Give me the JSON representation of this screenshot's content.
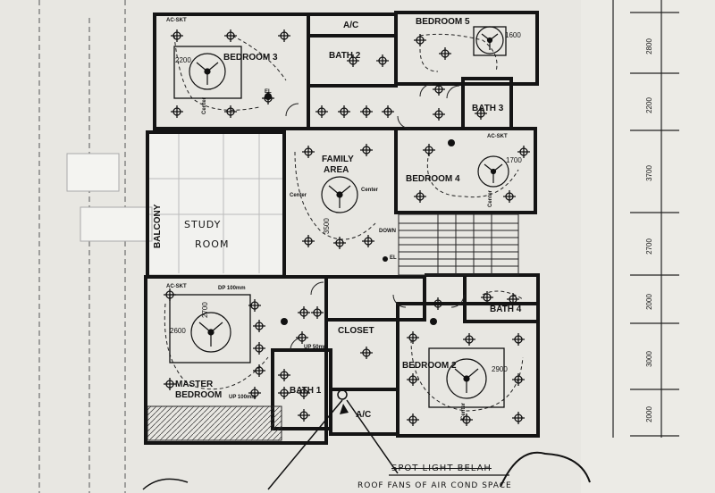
{
  "rooms": {
    "bedroom3": "BEDROOM 3",
    "ac_top": "A/C",
    "bath2": "BATH 2",
    "bedroom5": "BEDROOM 5",
    "bath3": "BATH 3",
    "family_area_line1": "FAMILY",
    "family_area_line2": "AREA",
    "bedroom4": "BEDROOM 4",
    "balcony": "BALCONY",
    "study_line1": "STUDY",
    "study_line2": "ROOM",
    "closet": "CLOSET",
    "bath4": "BATH 4",
    "master_line1": "MASTER",
    "master_line2": "BEDROOM",
    "bath1": "BATH 1",
    "ac_bottom": "A/C",
    "bedroom2": "BEDROOM 2"
  },
  "room_dims": {
    "bedroom3_fan": "2200",
    "bedroom5_fan": "1600",
    "bedroom4_fan": "1700",
    "family_length": "3500",
    "master_fan_left": "2600",
    "master_fan_top": "2700",
    "bedroom2_fan": "2900"
  },
  "small_notes": {
    "center": "Center",
    "el": "EL",
    "down": "DOWN",
    "dp": "DP 100mm",
    "up50": "UP 50mm",
    "up100": "UP 100mm",
    "ac_sockets": "AC-SKT"
  },
  "right_dimensions": [
    "2800",
    "2200",
    "3700",
    "2700",
    "2000",
    "3000",
    "2000"
  ],
  "annotations": {
    "spot_light": "SPOT LIGHT BELAH",
    "bottom_note": "ROOF FANS OF AIR COND SPACE"
  },
  "colors": {
    "paper": "#e9e8e3",
    "ink": "#1a1a1a",
    "grey_ink": "#6a6a6a"
  }
}
